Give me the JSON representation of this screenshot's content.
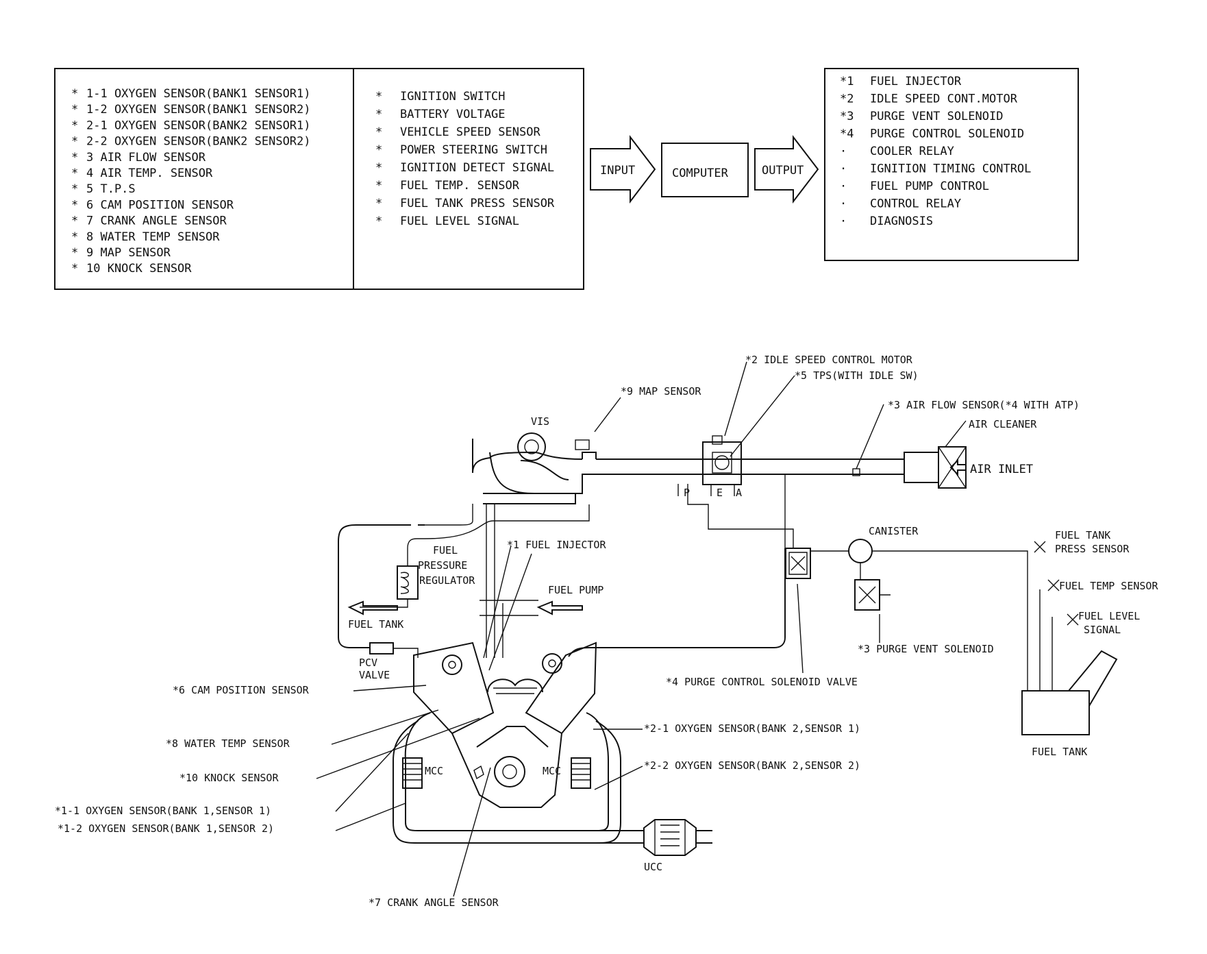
{
  "inputs_left": [
    {
      "mark": "*",
      "label": "1-1 OXYGEN SENSOR(BANK1 SENSOR1)"
    },
    {
      "mark": "*",
      "label": "1-2 OXYGEN SENSOR(BANK1 SENSOR2)"
    },
    {
      "mark": "*",
      "label": "2-1 OXYGEN SENSOR(BANK2 SENSOR1)"
    },
    {
      "mark": "*",
      "label": "2-2 OXYGEN SENSOR(BANK2 SENSOR2)"
    },
    {
      "mark": "*",
      "label": "3  AIR FLOW SENSOR"
    },
    {
      "mark": "*",
      "label": "4  AIR TEMP. SENSOR"
    },
    {
      "mark": "*",
      "label": "5  T.P.S"
    },
    {
      "mark": "*",
      "label": "6  CAM POSITION SENSOR"
    },
    {
      "mark": "*",
      "label": "7  CRANK ANGLE SENSOR"
    },
    {
      "mark": "*",
      "label": "8  WATER TEMP SENSOR"
    },
    {
      "mark": "*",
      "label": "9  MAP SENSOR"
    },
    {
      "mark": "*",
      "label": "10 KNOCK SENSOR"
    }
  ],
  "inputs_right": [
    {
      "mark": "*",
      "label": "IGNITION SWITCH"
    },
    {
      "mark": "*",
      "label": "BATTERY VOLTAGE"
    },
    {
      "mark": "*",
      "label": "VEHICLE SPEED SENSOR"
    },
    {
      "mark": "*",
      "label": "POWER STEERING SWITCH"
    },
    {
      "mark": "*",
      "label": "IGNITION DETECT SIGNAL"
    },
    {
      "mark": "*",
      "label": "FUEL TEMP. SENSOR"
    },
    {
      "mark": "*",
      "label": "FUEL TANK PRESS SENSOR"
    },
    {
      "mark": "*",
      "label": "FUEL LEVEL SIGNAL"
    }
  ],
  "flow": {
    "input": "INPUT",
    "computer": "COMPUTER",
    "output": "OUTPUT"
  },
  "outputs": [
    {
      "mark": "*1",
      "label": "FUEL INJECTOR"
    },
    {
      "mark": "*2",
      "label": "IDLE SPEED CONT.MOTOR"
    },
    {
      "mark": "*3",
      "label": "PURGE VENT SOLENOID"
    },
    {
      "mark": "*4",
      "label": "PURGE CONTROL SOLENOID"
    },
    {
      "mark": "·",
      "label": "COOLER RELAY"
    },
    {
      "mark": "·",
      "label": "IGNITION TIMING CONTROL"
    },
    {
      "mark": "·",
      "label": "FUEL PUMP CONTROL"
    },
    {
      "mark": "·",
      "label": "CONTROL RELAY"
    },
    {
      "mark": "·",
      "label": "DIAGNOSIS"
    }
  ],
  "labels": {
    "idle_motor": "*2 IDLE SPEED CONTROL MOTOR",
    "tps": "*5 TPS(WITH IDLE SW)",
    "map": "*9 MAP SENSOR",
    "vis": "VIS",
    "airflow": "*3 AIR FLOW SENSOR(*4 WITH ATP)",
    "air_cleaner": "AIR CLEANER",
    "air_inlet": "AIR INLET",
    "port_p": "P",
    "port_e": "E",
    "port_a": "A",
    "canister": "CANISTER",
    "fuel_tank_press_1": "FUEL TANK",
    "fuel_tank_press_2": "PRESS SENSOR",
    "fuel_temp": "FUEL TEMP SENSOR",
    "fuel_level_1": "FUEL LEVEL",
    "fuel_level_2": "SIGNAL",
    "fuel_injector": "*1 FUEL INJECTOR",
    "fpr_1": "FUEL",
    "fpr_2": "PRESSURE",
    "fpr_3": "REGULATOR",
    "fuel_pump": "FUEL PUMP",
    "fuel_tank_left": "FUEL TANK",
    "pcv_1": "PCV",
    "pcv_2": "VALVE",
    "purge_vent": "*3 PURGE VENT SOLENOID",
    "purge_control": "*4 PURGE CONTROL SOLENOID VALVE",
    "cam": "*6 CAM POSITION SENSOR",
    "water": "*8 WATER TEMP SENSOR",
    "knock": "*10 KNOCK SENSOR",
    "o2_11": "*1-1 OXYGEN SENSOR(BANK 1,SENSOR 1)",
    "o2_12": "*1-2 OXYGEN SENSOR(BANK 1,SENSOR 2)",
    "o2_21": "*2-1 OXYGEN SENSOR(BANK 2,SENSOR 1)",
    "o2_22": "*2-2 OXYGEN SENSOR(BANK 2,SENSOR 2)",
    "mcc_left": "MCC",
    "mcc_right": "MCC",
    "ucc": "UCC",
    "crank": "*7 CRANK ANGLE SENSOR",
    "fuel_tank_bottom": "FUEL TANK"
  }
}
